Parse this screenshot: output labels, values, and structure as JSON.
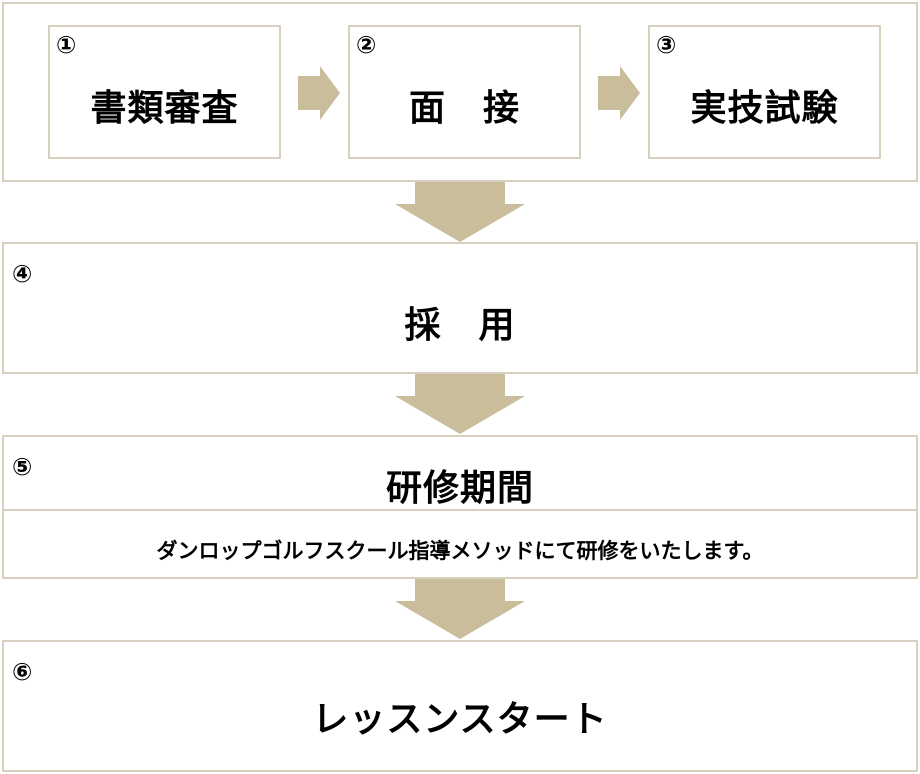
{
  "colors": {
    "border": "#d7d0bf",
    "arrow": "#c9bd9b",
    "text": "#000000"
  },
  "steps": [
    {
      "num": "①",
      "label": "書類審査"
    },
    {
      "num": "②",
      "label": "面　接"
    },
    {
      "num": "③",
      "label": "実技試験"
    },
    {
      "num": "④",
      "label": "採　用"
    },
    {
      "num": "⑤",
      "label": "研修期間",
      "description": "ダンロップゴルフスクール指導メソッドにて研修をいたします。"
    },
    {
      "num": "⑥",
      "label": "レッスンスタート"
    }
  ]
}
